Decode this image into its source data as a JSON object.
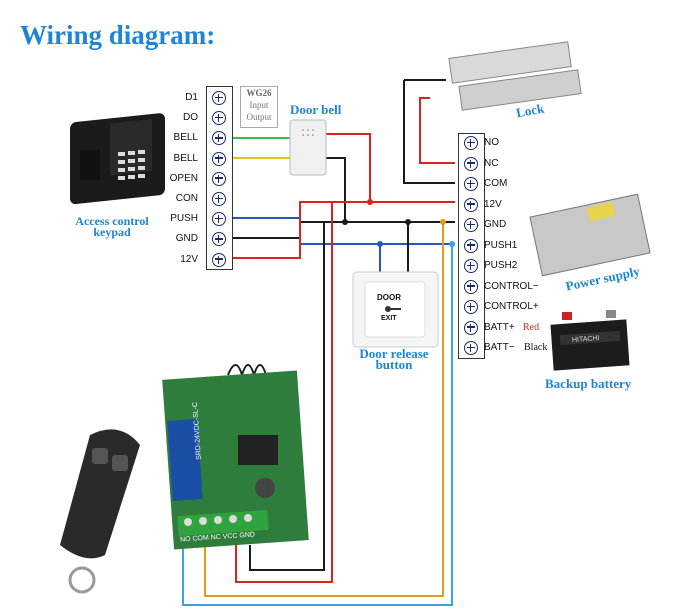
{
  "title": "Wiring diagram:",
  "left_terminals": [
    "D1",
    "DO",
    "BELL",
    "BELL",
    "OPEN",
    "CON",
    "PUSH",
    "GND",
    "12V"
  ],
  "wg26": {
    "name": "WG26",
    "input": "Input",
    "output": "Output"
  },
  "right_terminals": [
    "NO",
    "NC",
    "COM",
    "12V",
    "GND",
    "PUSH1",
    "PUSH2",
    "CONTROL−",
    "CONTROL+",
    "BATT+",
    "BATT−"
  ],
  "batt_plus_color": "Red",
  "batt_minus_color": "Black",
  "captions": {
    "access_control_keypad": "Access control keypad",
    "door_bell": "Door bell",
    "lock": "Lock",
    "power_supply": "Power supply",
    "backup_battery": "Backup battery",
    "door_release_button": "Door release button"
  },
  "exit_button": {
    "top": "DOOR",
    "bottom": "EXIT"
  },
  "receiver": {
    "relay_label": "SRD-24VDC-SL-C",
    "battery_brand": "HITACHI",
    "terminal_labels": "NO COM NC VCC GND"
  },
  "colors": {
    "title": "#1d84d6",
    "wire_red": "#d7261e",
    "wire_black": "#1a1a1a",
    "wire_blue": "#2459b5",
    "wire_yellow": "#e2c21a",
    "wire_green": "#3fbf3f",
    "wire_orange": "#e79a1a",
    "wire_lightblue": "#37a3e0"
  }
}
